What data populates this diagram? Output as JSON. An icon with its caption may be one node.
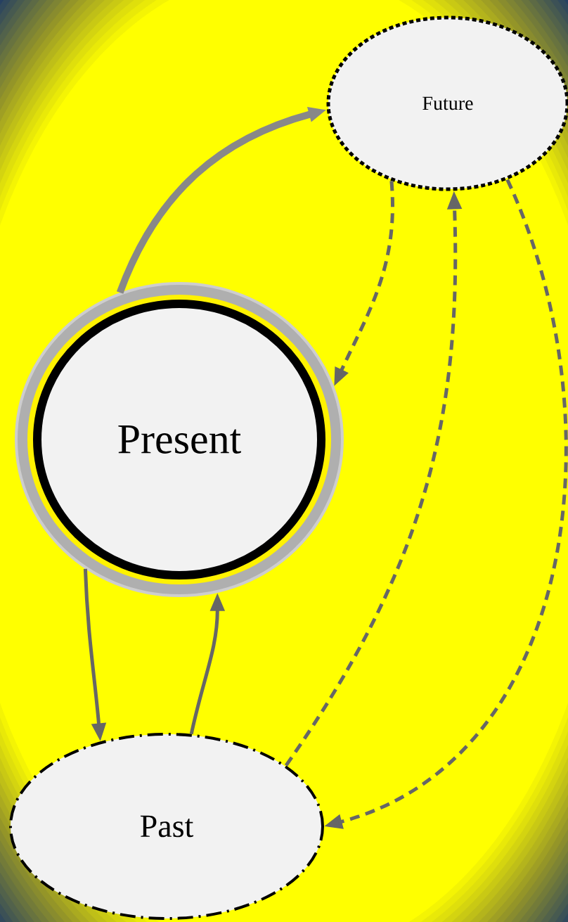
{
  "diagram": {
    "nodes": [
      {
        "text": [
          "Future"
        ]
      },
      {
        "text": [
          "Present"
        ]
      },
      {
        "text": [
          "Past"
        ]
      }
    ],
    "edges": [
      {
        "from": 1,
        "to": 0,
        "arrow": "to",
        "style": "thick",
        "color": "#888888"
      },
      {
        "from": 0,
        "to": 1,
        "arrow": "to",
        "style": "dashed"
      },
      {
        "from": 2,
        "to": 0,
        "arrow": "to",
        "style": "dashed"
      },
      {
        "from": 0,
        "to": 2,
        "arrow": "to",
        "style": "dashed"
      },
      {
        "from": 1,
        "to": 2,
        "arrow": "to"
      },
      {
        "from": 2,
        "to": 1,
        "arrow": "to"
      }
    ]
  }
}
